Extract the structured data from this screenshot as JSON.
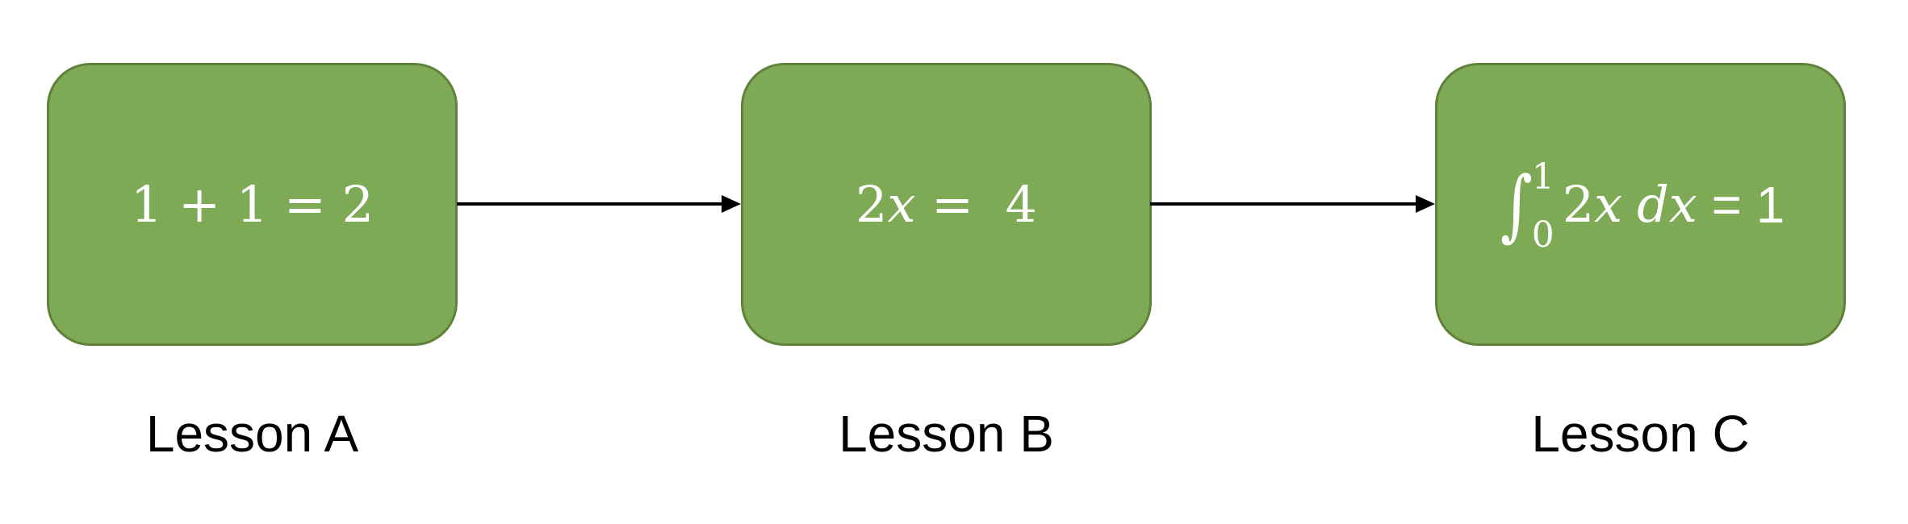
{
  "colors": {
    "node_fill": "#7eaa55",
    "node_border": "#5f813a",
    "equation_text": "#ffffff",
    "label_text": "#000000",
    "arrow": "#000000",
    "background": "#ffffff"
  },
  "nodes": [
    {
      "id": "A",
      "equation": {
        "parts": [
          "1",
          " + ",
          "1",
          " = ",
          "2"
        ],
        "full": "1 + 1 = 2"
      },
      "label": "Lesson A"
    },
    {
      "id": "B",
      "equation": {
        "coef": "2",
        "var": "x",
        "rest": " =  4",
        "full": "2x = 4"
      },
      "label": "Lesson B"
    },
    {
      "id": "C",
      "equation": {
        "integral_sign": "∫",
        "upper_limit": "1",
        "lower_limit": "0",
        "coef": "2",
        "var": "x",
        "differential_d": "d",
        "differential_var": "x",
        "rhs": " = 1",
        "full": "∫₀¹ 2x dx = 1"
      },
      "label": "Lesson C"
    }
  ],
  "edges": [
    {
      "from": "A",
      "to": "B"
    },
    {
      "from": "B",
      "to": "C"
    }
  ]
}
